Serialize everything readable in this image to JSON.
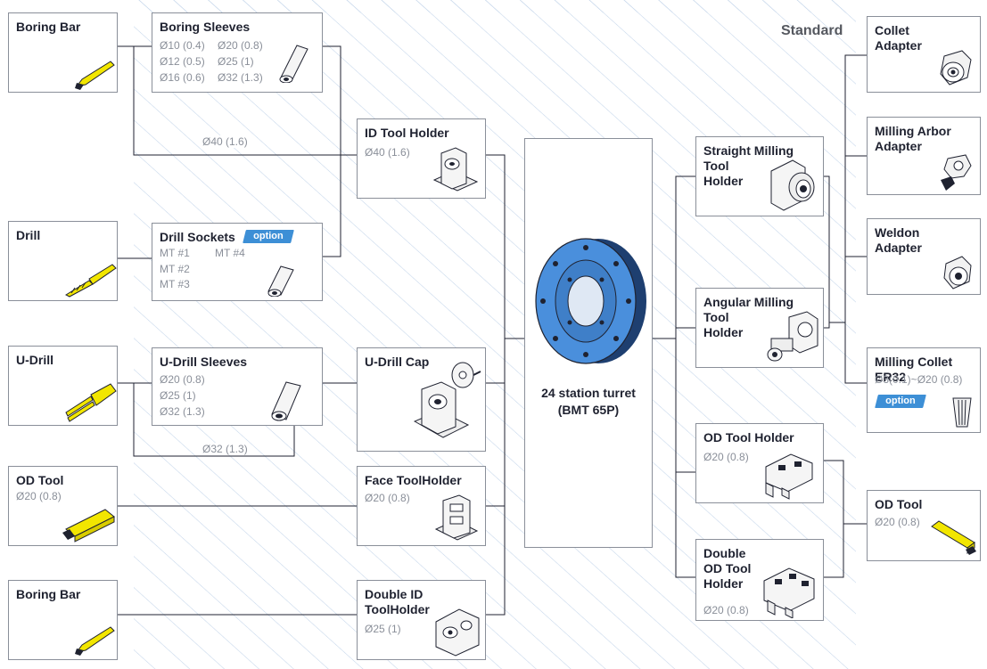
{
  "standard_label": "Standard",
  "option_label": "option",
  "left": {
    "boring_bar_1": "Boring Bar",
    "drill": "Drill",
    "u_drill": "U-Drill",
    "od_tool": {
      "title": "OD Tool",
      "size": "Ø20 (0.8)"
    },
    "boring_bar_2": "Boring Bar"
  },
  "boring_sleeves": {
    "title": "Boring Sleeves",
    "sizes": [
      "Ø10 (0.4)",
      "Ø20 (0.8)",
      "Ø12 (0.5)",
      "Ø25 (1)",
      "Ø16 (0.6)",
      "Ø32 (1.3)"
    ]
  },
  "drill_sockets": {
    "title": "Drill Sockets",
    "sizes": [
      "MT #1",
      "MT #4",
      "MT #2",
      "MT #3"
    ]
  },
  "u_drill_sleeves": {
    "title": "U-Drill Sleeves",
    "sizes": [
      "Ø20 (0.8)",
      "Ø25 (1)",
      "Ø32 (1.3)"
    ]
  },
  "bypass_labels": {
    "bar": "Ø40 (1.6)",
    "udrill": "Ø32 (1.3)"
  },
  "holders_left": {
    "id_tool_holder": {
      "title": "ID Tool Holder",
      "size": "Ø40 (1.6)"
    },
    "u_drill_cap": {
      "title": "U-Drill Cap"
    },
    "face_tool_holder": {
      "title": "Face ToolHolder",
      "size": "Ø20 (0.8)"
    },
    "double_id_tool_holder": {
      "title": "Double ID\nToolHolder",
      "size": "Ø25 (1)"
    }
  },
  "turret": {
    "title": "24 station turret\n(BMT 65P)"
  },
  "holders_right": {
    "straight_milling": {
      "title": "Straight Milling\nTool\nHolder"
    },
    "angular_milling": {
      "title": "Angular Milling\nTool\nHolder"
    },
    "od_tool_holder": {
      "title": "OD Tool Holder",
      "size": "Ø20 (0.8)"
    },
    "double_od_tool_holder": {
      "title": "Double\nOD Tool\nHolder",
      "size": "Ø20 (0.8)"
    }
  },
  "adapters": {
    "collet": {
      "title": "Collet\nAdapter"
    },
    "milling_arbor": {
      "title": "Milling Arbor\nAdapter"
    },
    "weldon": {
      "title": "Weldon\nAdapter"
    },
    "milling_collet": {
      "title": "Milling Collet ER32",
      "size": "Ø3(0.1)~Ø20 (0.8)"
    }
  },
  "od_tool_right": {
    "title": "OD Tool",
    "size": "Ø20 (0.8)"
  },
  "colors": {
    "accent": "#3d8fd6",
    "tool": "#f2e600",
    "border": "#8a8f99",
    "muted": "#8a8f99",
    "hatch": "#c3d5ea",
    "turret": "#4a8fdc"
  }
}
